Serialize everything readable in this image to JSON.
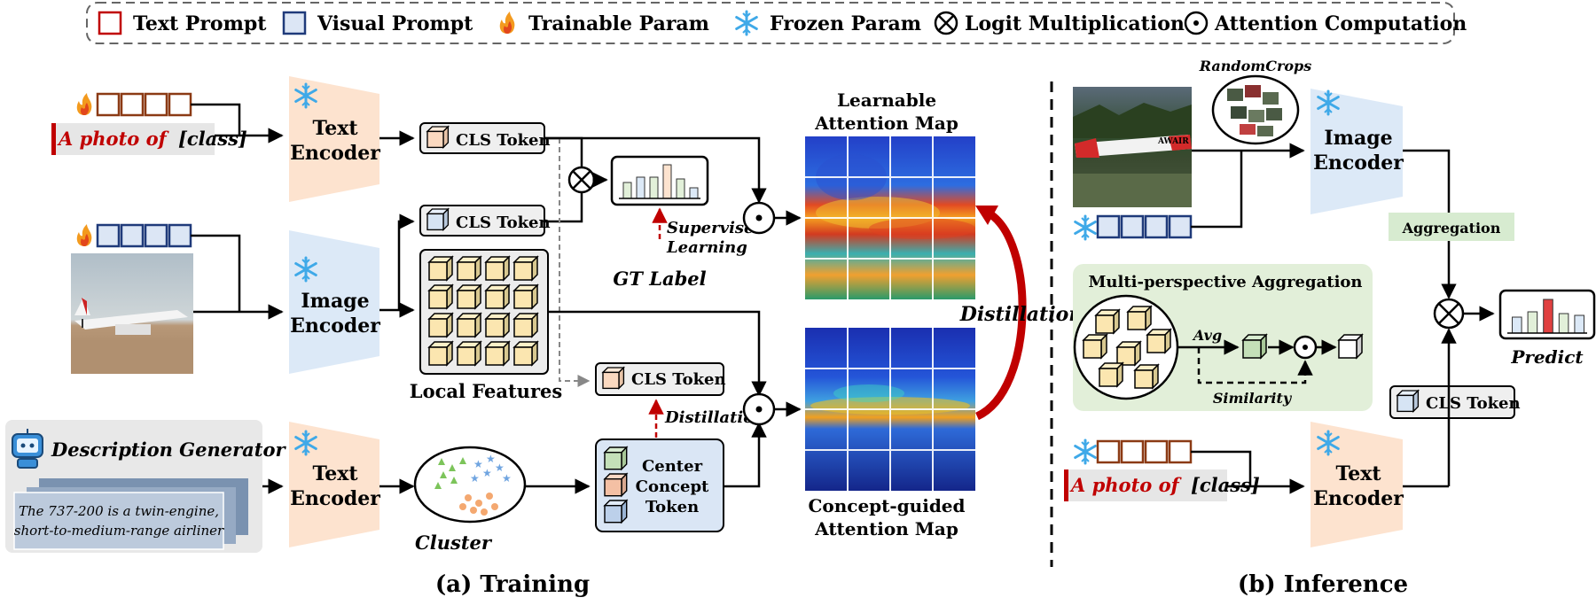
{
  "legend": {
    "text_prompt": "Text Prompt",
    "visual_prompt": "Visual Prompt",
    "trainable_param": "Trainable Param",
    "frozen_param": "Frozen Param",
    "logit_multiplication": "Logit Multiplication",
    "attention_computation": "Attention Computation"
  },
  "training": {
    "caption": "(a) Training",
    "prompt_text_1": "A photo of",
    "prompt_text_2": "[class]",
    "text_encoder": [
      "Text",
      "Encoder"
    ],
    "image_encoder": [
      "Image",
      "Encoder"
    ],
    "cls_token": "CLS Token",
    "local_features": "Local Features",
    "gt_label": "GT Label",
    "supervised_learning": [
      "Supervised",
      "Learning"
    ],
    "learnable_map_title": [
      "Learnable",
      "Attention Map"
    ],
    "concept_map_title": [
      "Concept-guided",
      "Attention Map"
    ],
    "distillation": "Distillation",
    "description_generator": "Description Generator",
    "description_text": [
      "The 737-200 is a twin-engine,",
      "short-to-medium-range airliner"
    ],
    "cluster": "Cluster",
    "center_concept_token": [
      "Center",
      "Concept",
      "Token"
    ]
  },
  "inference": {
    "caption": "(b) Inference",
    "random_crops": "RandomCrops",
    "image_encoder": [
      "Image",
      "Encoder"
    ],
    "text_encoder": [
      "Text",
      "Encoder"
    ],
    "aggregation": "Aggregation",
    "mpa_title": "Multi-perspective Aggregation",
    "avg": "Avg",
    "similarity": "Similarity",
    "predict": "Predict",
    "cls_token": "CLS Token",
    "prompt_text_1": "A photo of",
    "prompt_text_2": "[class]",
    "plane_logo": "AWAIR"
  },
  "colors": {
    "text_prompt": "#8b3a14",
    "visual_prompt": "#1f3a7a",
    "red_text": "#c00000",
    "encoder_orange": "#fde3cf",
    "encoder_blue": "#dce9f7",
    "snow": "#3fa9e8",
    "green_panel": "#e2efd9"
  },
  "histograms": {
    "training_gt": [
      0.45,
      0.6,
      0.6,
      0.95,
      0.55,
      0.3
    ],
    "inference_predict": [
      0.45,
      0.6,
      0.95,
      0.55,
      0.5
    ]
  }
}
